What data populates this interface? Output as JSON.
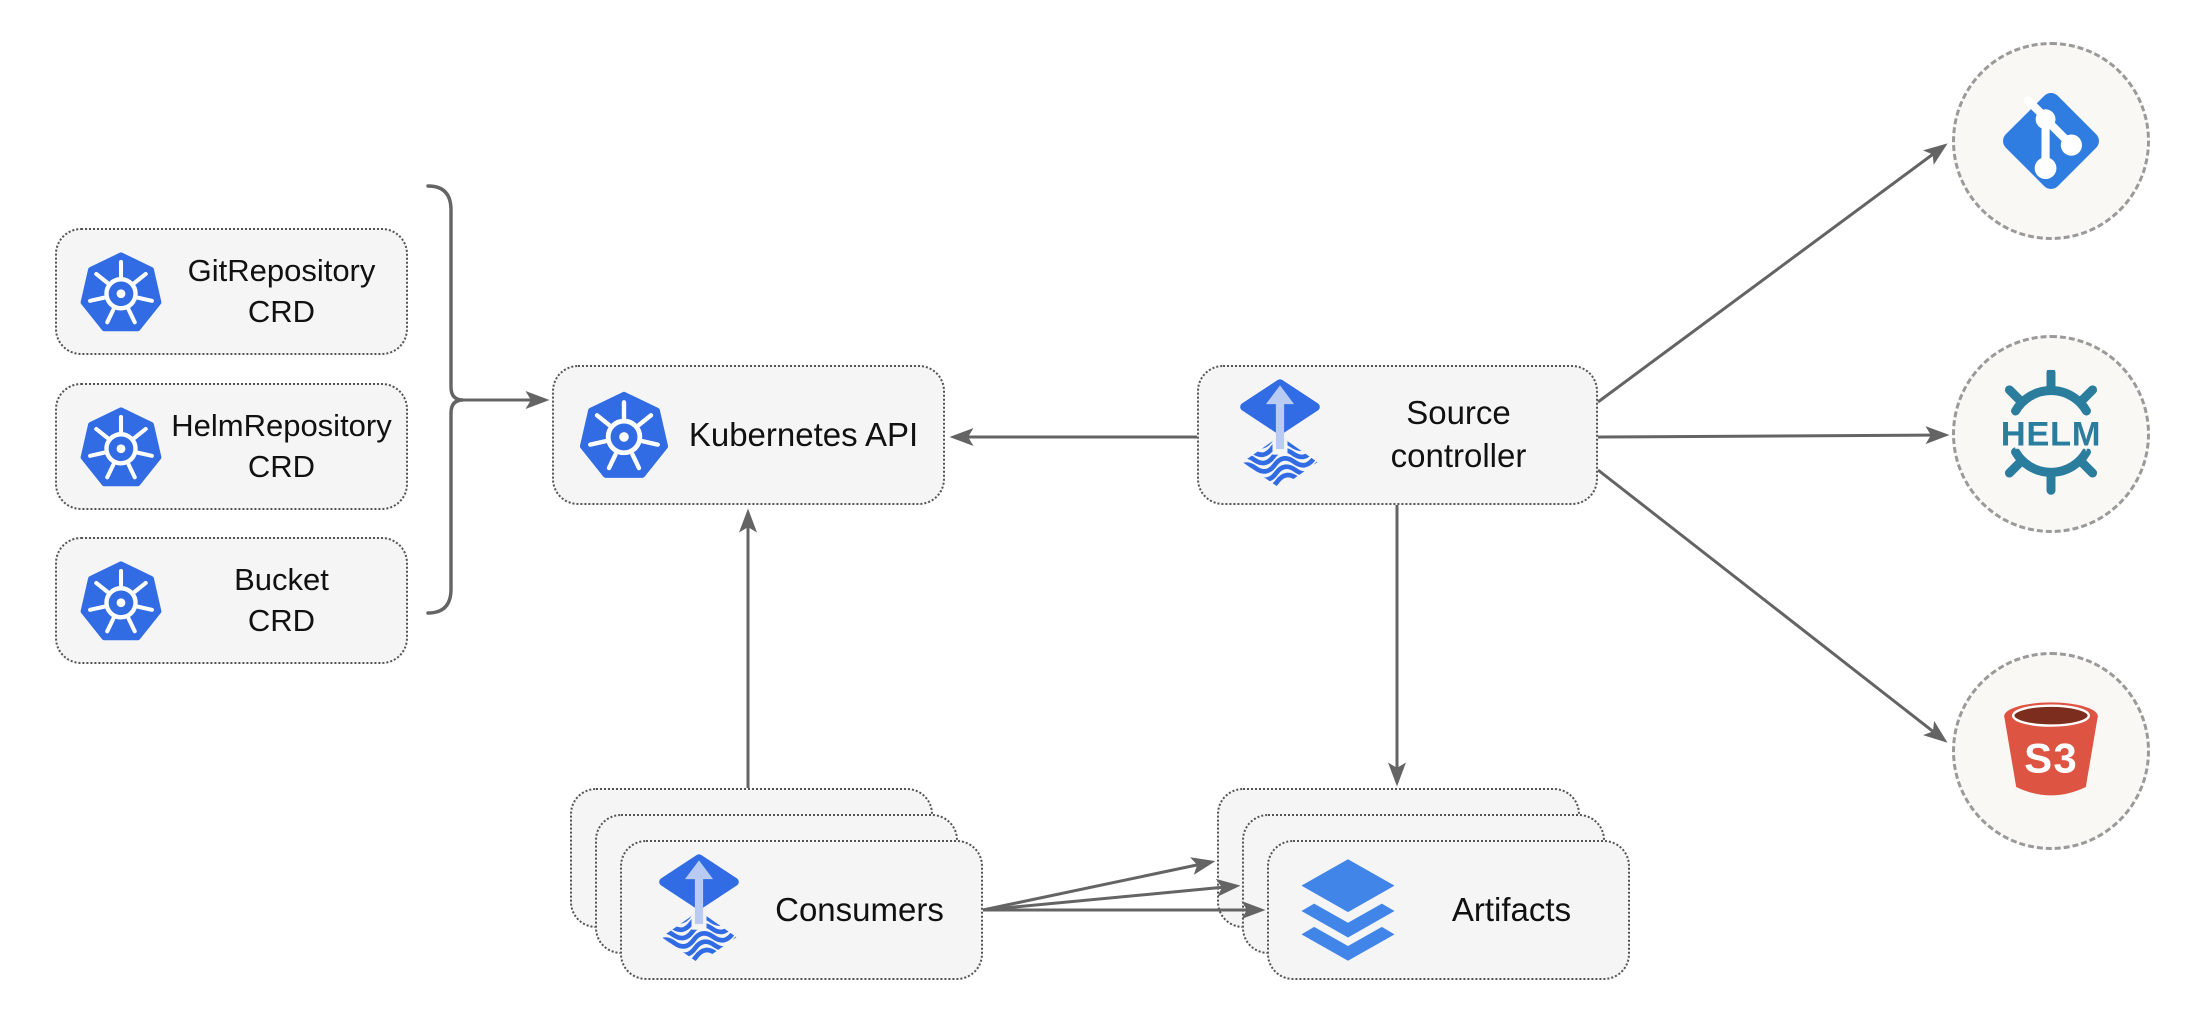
{
  "nodes": {
    "crd_boxes": [
      {
        "id": "gitrepository-crd",
        "lines": [
          "GitRepository",
          "CRD"
        ]
      },
      {
        "id": "helmrepository-crd",
        "lines": [
          "HelmRepository",
          "CRD"
        ]
      },
      {
        "id": "bucket-crd",
        "lines": [
          "Bucket",
          "CRD"
        ]
      }
    ],
    "kubernetes_api": {
      "label": "Kubernetes API"
    },
    "source_controller": {
      "lines": [
        "Source",
        "controller"
      ]
    },
    "consumers": {
      "label": "Consumers"
    },
    "artifacts": {
      "label": "Artifacts"
    }
  },
  "external_targets": {
    "git": {
      "icon": "git-diamond-logo"
    },
    "helm": {
      "icon": "helm-wheel-logo",
      "text": "HELM"
    },
    "s3": {
      "icon": "s3-bucket-logo",
      "text": "S3"
    }
  },
  "colors": {
    "kubernetes_blue": "#326ce5",
    "flux_blue": "#316ce4",
    "flux_arrow_light": "#b9cbf2",
    "layers_blue": "#4285e8",
    "git_blue": "#2f7de0",
    "helm_teal": "#2b7d9e",
    "s3_red": "#dd5443",
    "s3_dark_red": "#7c2d1e",
    "arrow_gray": "#646464",
    "node_fill": "#f5f5f5",
    "node_border": "#545454",
    "circle_fill": "#f9f8f5",
    "circle_border": "#9a9a9a",
    "text_color": "#111111"
  }
}
